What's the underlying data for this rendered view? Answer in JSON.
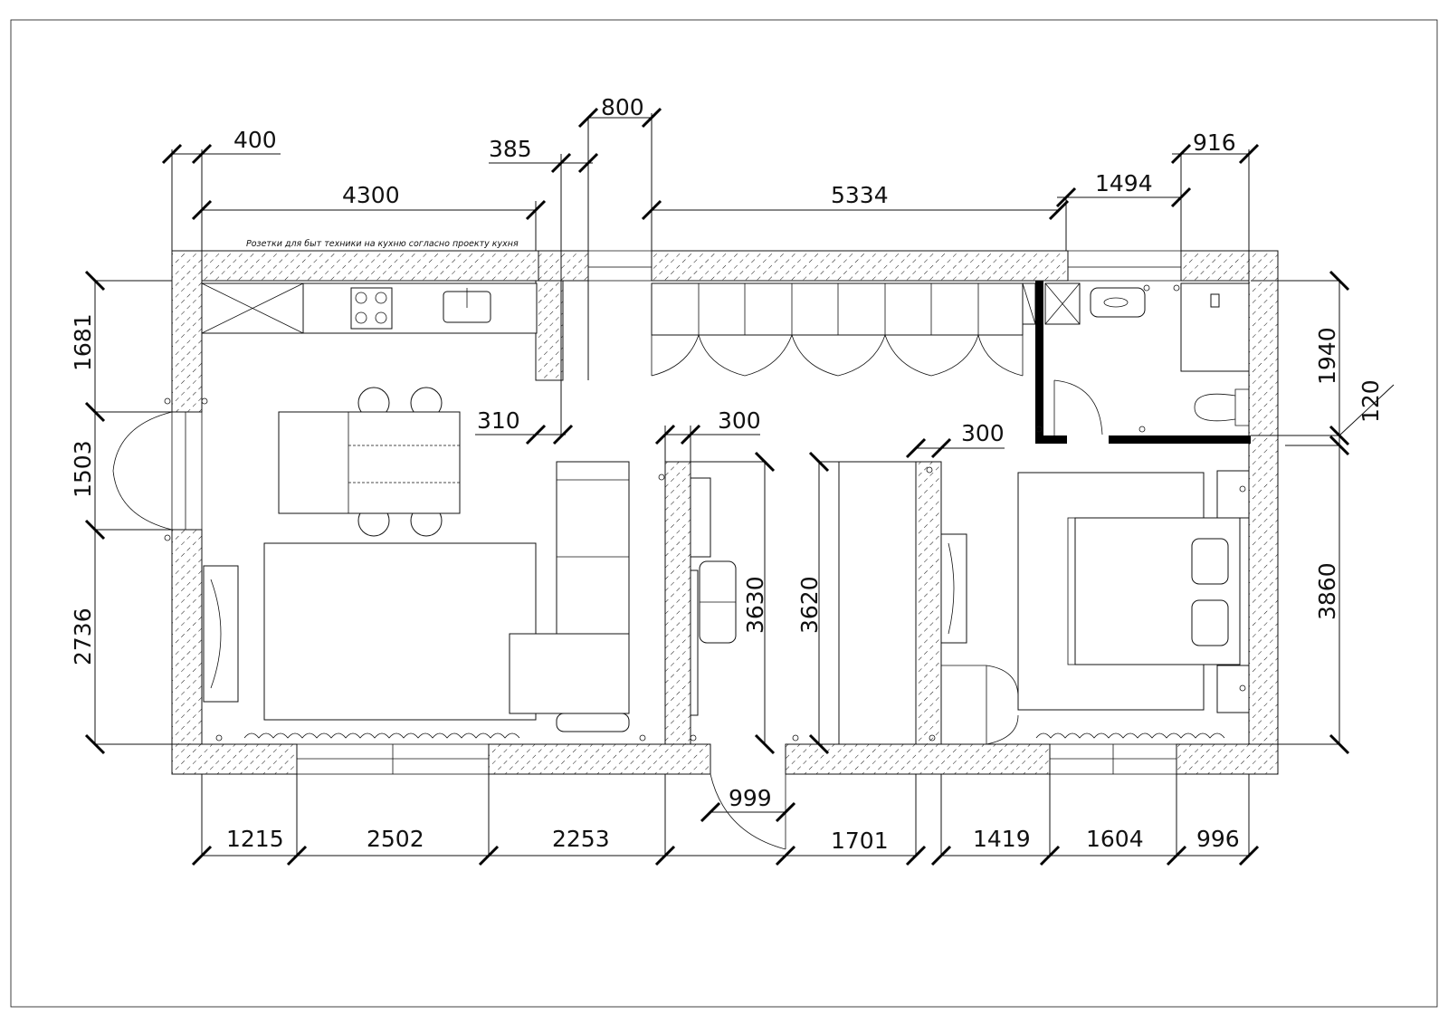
{
  "plan": {
    "note": "Розетки для быт техники на кухню согласно проекту кухня",
    "dims_top": {
      "d400": "400",
      "d385": "385",
      "d800": "800",
      "d916": "916",
      "d4300": "4300",
      "d5334": "5334",
      "d1494": "1494"
    },
    "dims_inner": {
      "d310": "310",
      "d300a": "300",
      "d300b": "300",
      "d3630": "3630",
      "d3620": "3620"
    },
    "dims_left": {
      "d1681": "1681",
      "d1503": "1503",
      "d2736": "2736"
    },
    "dims_right": {
      "d1940": "1940",
      "d120": "120",
      "d3860": "3860"
    },
    "dims_bottom": {
      "d1215": "1215",
      "d2502": "2502",
      "d2253": "2253",
      "d999": "999",
      "d1701": "1701",
      "d1419": "1419",
      "d1604": "1604",
      "d996": "996"
    }
  }
}
